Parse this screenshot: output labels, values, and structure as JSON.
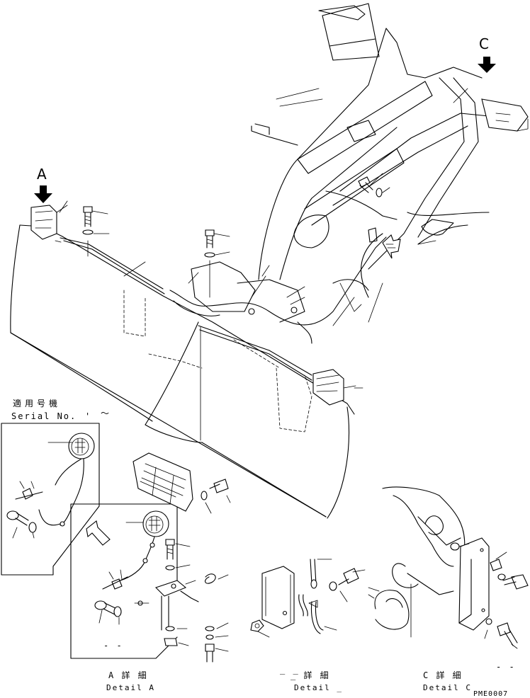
{
  "views": {
    "a": {
      "letter": "A"
    },
    "c": {
      "letter": "C"
    }
  },
  "serial": {
    "heading": "適用号機",
    "label": "Serial No.",
    "tick": "'",
    "tilde": "～"
  },
  "details": [
    {
      "jp": "A 詳 細",
      "en": "Detail A"
    },
    {
      "jp": "_ 詳 細",
      "en": "Detail _"
    },
    {
      "jp": "C 詳 細",
      "en": "Detail C"
    }
  ],
  "stray_marks": [
    "- -",
    "_ _",
    "- -"
  ],
  "drawing_code": "PME0007"
}
